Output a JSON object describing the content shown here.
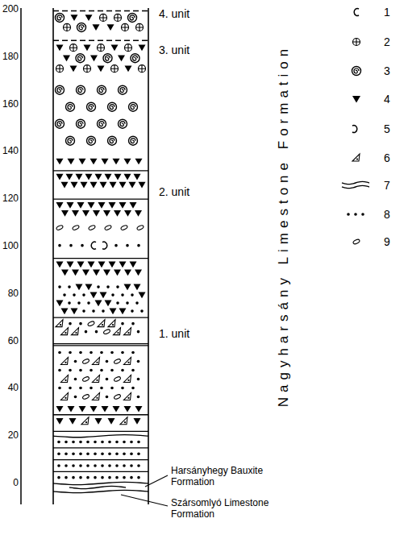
{
  "diagram": {
    "labels": [
      "200",
      "180",
      "160",
      "140",
      "120",
      "100",
      "80",
      "60",
      "40",
      "20",
      "0",
      "4. unit",
      "3. unit",
      "2. unit",
      "1. unit",
      "Nagyharsány Limestone Formation",
      "Harsányhegy Bauxite Formation",
      "Szársomlyó Limestone Formation"
    ],
    "legend": [
      {
        "text": "1"
      },
      {
        "text": "2"
      },
      {
        "text": "3"
      },
      {
        "text": "4"
      },
      {
        "text": "5"
      },
      {
        "text": "6"
      },
      {
        "text": "7"
      },
      {
        "text": "8"
      },
      {
        "text": "9"
      }
    ]
  }
}
